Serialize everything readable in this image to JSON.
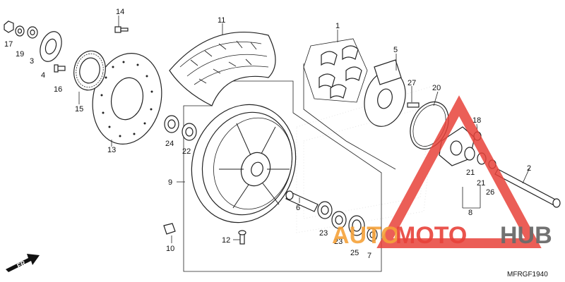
{
  "diagram": {
    "part_labels": [
      "1",
      "2",
      "3",
      "4",
      "5",
      "6",
      "7",
      "8",
      "9",
      "10",
      "11",
      "12",
      "13",
      "14",
      "15",
      "16",
      "17",
      "19",
      "18",
      "20",
      "21",
      "21",
      "22",
      "23",
      "23",
      "24",
      "25",
      "26",
      "27"
    ],
    "direction_marker": "FR.",
    "drawing_code": "MFRGF1940"
  },
  "watermark": {
    "text_part1": "AUTO",
    "text_part2": "MOTO",
    "text_part3": "HUB",
    "colors": {
      "red": "#e8423a",
      "orange": "#f6a23a",
      "gray": "#6b6b6b"
    }
  }
}
